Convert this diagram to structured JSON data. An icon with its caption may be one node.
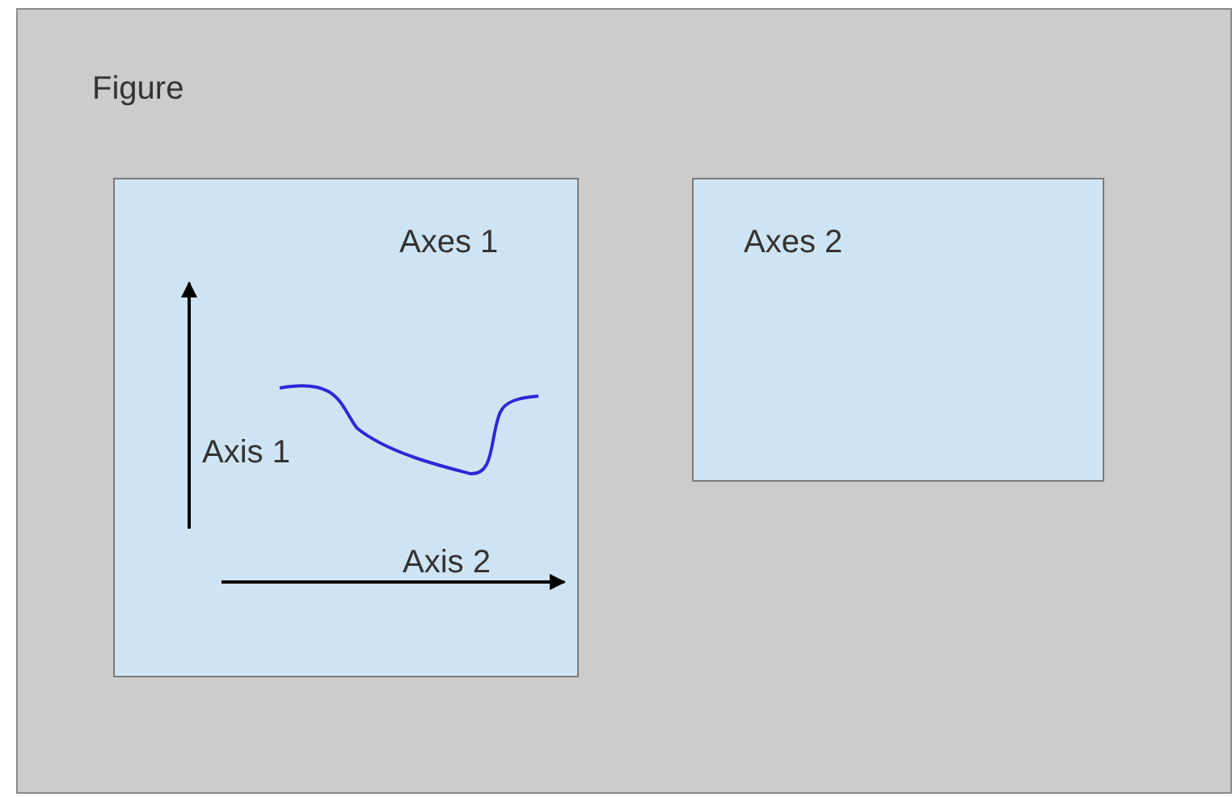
{
  "diagram": {
    "nodes": [
      {
        "text": [
          "Figure"
        ]
      },
      {
        "text": [
          "Axes 1"
        ],
        "in": 0
      },
      {
        "text": [
          "Axes 2"
        ],
        "in": 0
      }
    ],
    "edges": [],
    "labels": [
      "Axis 1",
      "Axis 2"
    ]
  }
}
